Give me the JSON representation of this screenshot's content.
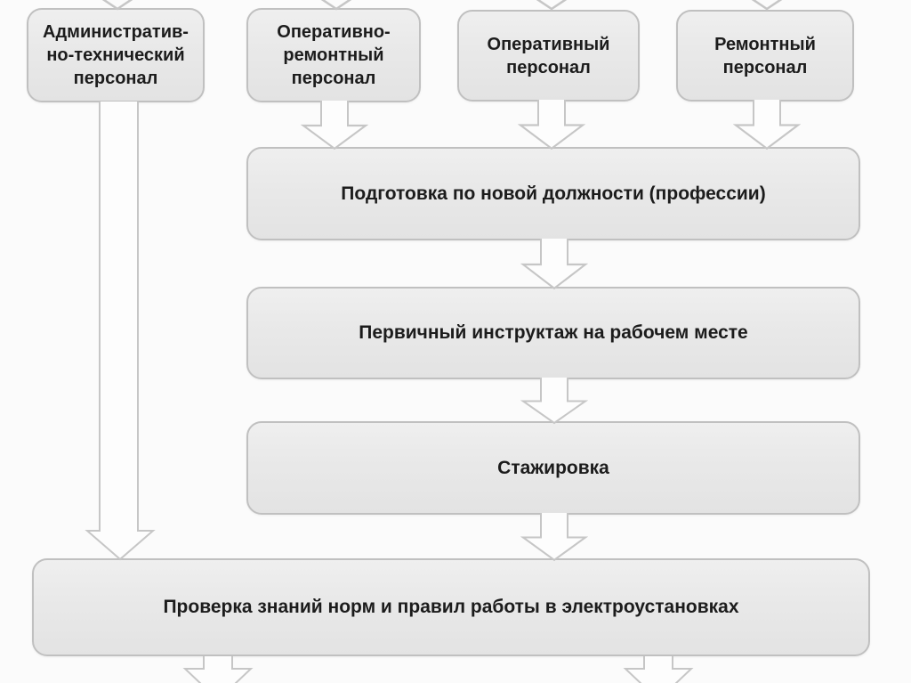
{
  "diagram": {
    "top_row": [
      {
        "label": "Административ-\nно-технический\nперсонал"
      },
      {
        "label": "Оперативно-\nремонтный\nперсонал"
      },
      {
        "label": "Оперативный\nперсонал"
      },
      {
        "label": "Ремонтный\nперсонал"
      }
    ],
    "steps": [
      {
        "label": "Подготовка по новой должности (профессии)"
      },
      {
        "label": "Первичный инструктаж на рабочем месте"
      },
      {
        "label": "Стажировка"
      },
      {
        "label": "Проверка знаний норм и правил работы в электроустановках"
      }
    ]
  },
  "colors": {
    "box_fill": "#e9e9e9",
    "box_fill_bottom": "#e3e3e3",
    "box_border": "#c0c0c0",
    "arrow_stroke": "#c6c6c6",
    "arrow_fill": "#fdfdfd",
    "text": "#1c1c1c",
    "background": "#fbfbfb"
  }
}
